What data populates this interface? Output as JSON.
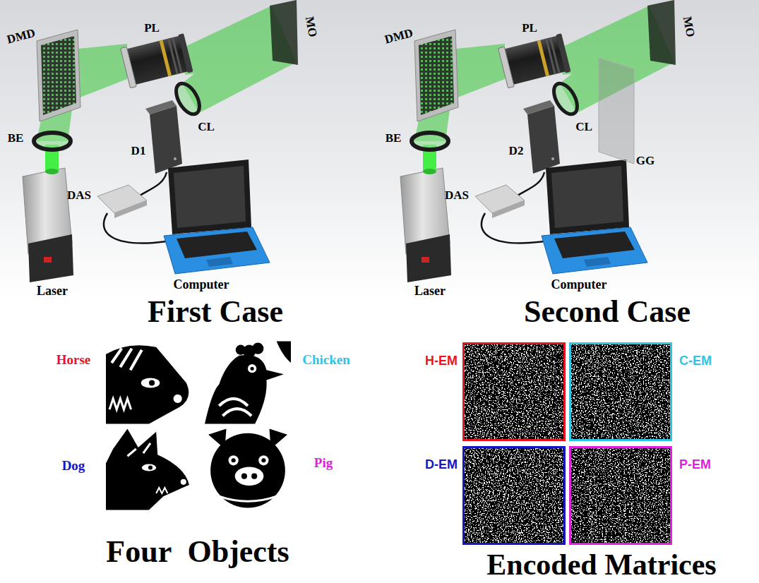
{
  "diagram": {
    "nodes": [
      {
        "text": [
          "H-EM"
        ]
      },
      {
        "text": [
          "C-EM"
        ]
      },
      {
        "text": [
          "D-EM"
        ]
      },
      {
        "text": [
          "P-EM"
        ]
      }
    ],
    "labels": [
      "DMD",
      "PL",
      "MO",
      "BE",
      "CL",
      "D1",
      "DAS",
      "Laser",
      "Computer",
      "First Case",
      "DMD",
      "PL",
      "MO",
      "BE",
      "CL",
      "GG",
      "D2",
      "DAS",
      "Laser",
      "Computer",
      "Second Case",
      "Horse",
      "Chicken",
      "Dog",
      "Pig",
      "Four Objects",
      "Encoded Matrices"
    ]
  }
}
